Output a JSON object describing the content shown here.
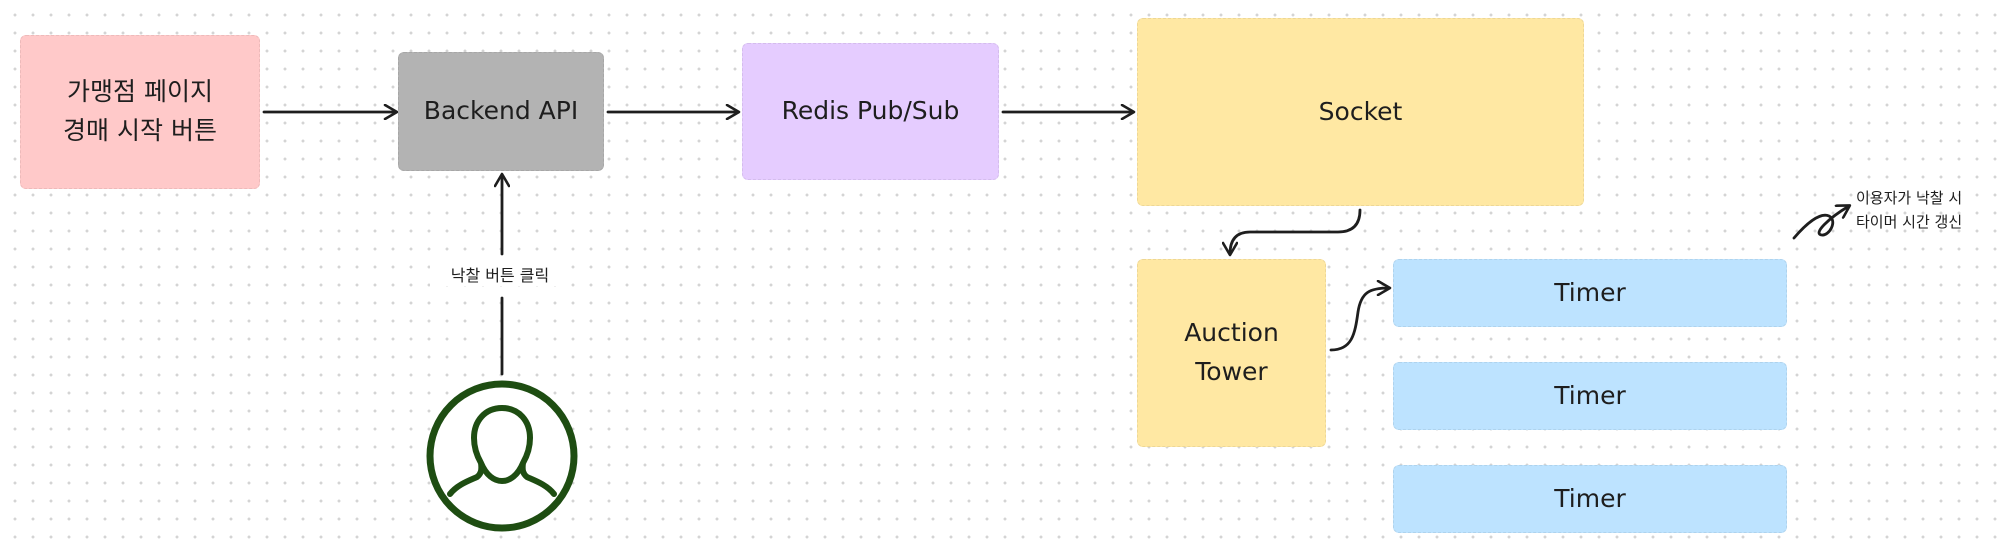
{
  "nodes": {
    "franchise": {
      "label": "가맹점 페이지\n경매 시작 버튼",
      "color": "#ffc9c9"
    },
    "backend": {
      "label": "Backend API",
      "color": "#b3b3b3"
    },
    "redis": {
      "label": "Redis Pub/Sub",
      "color": "#e5ccff"
    },
    "socket": {
      "label": "Socket",
      "color": "#ffe8a3"
    },
    "tower": {
      "label": "Auction\nTower",
      "color": "#ffe8a3"
    },
    "timers": [
      {
        "label": "Timer",
        "color": "#bde3ff"
      },
      {
        "label": "Timer",
        "color": "#bde3ff"
      },
      {
        "label": "Timer",
        "color": "#bde3ff"
      }
    ]
  },
  "edge_labels": {
    "click": "낙찰 버튼 클릭"
  },
  "annotation": {
    "note": "이용자가 낙찰 시\n타이머 시간 갱신"
  },
  "icons": {
    "user": "user-avatar-icon",
    "user_color": "#1e4d12"
  }
}
